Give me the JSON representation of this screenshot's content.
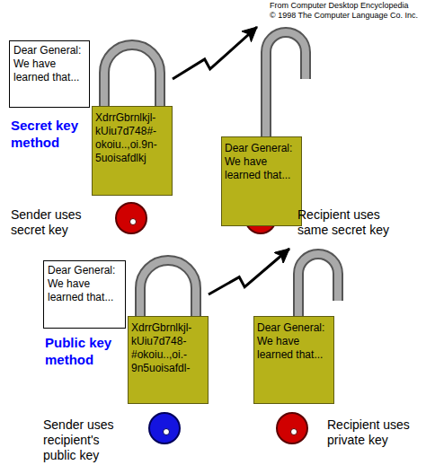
{
  "diagram": {
    "nodes": [
      {
        "text": [
          "Dear General: We have learned that..."
        ]
      },
      {
        "text": [
          "XdrrGbrnlkjl- kUiu7d748#- okoiu..,oi.9n- 5uoisafdlkj"
        ]
      },
      {
        "text": [
          "Dear General: We have learned that..."
        ]
      },
      {
        "text": [
          "Dear General: We have learned that..."
        ]
      },
      {
        "text": [
          "XdrrGbrnlkjl- kUiu7d748- #okoiu..,oi.- 9n5uoisafdl-"
        ]
      },
      {
        "text": [
          "Dear General: We have learned that..."
        ]
      }
    ],
    "edges": [
      {
        "from": 1,
        "to": 2,
        "arrow": "to"
      },
      {
        "from": 4,
        "to": 5,
        "arrow": "to"
      }
    ],
    "labels": [
      "From Computer Desktop Encyclopedia",
      "© 1998 The Computer Language Co. Inc.",
      "Secret key method",
      "Sender uses secret key",
      "Recipient uses same secret key",
      "Public key method",
      "Sender uses recipient's public key",
      "Recipient uses private key"
    ]
  }
}
